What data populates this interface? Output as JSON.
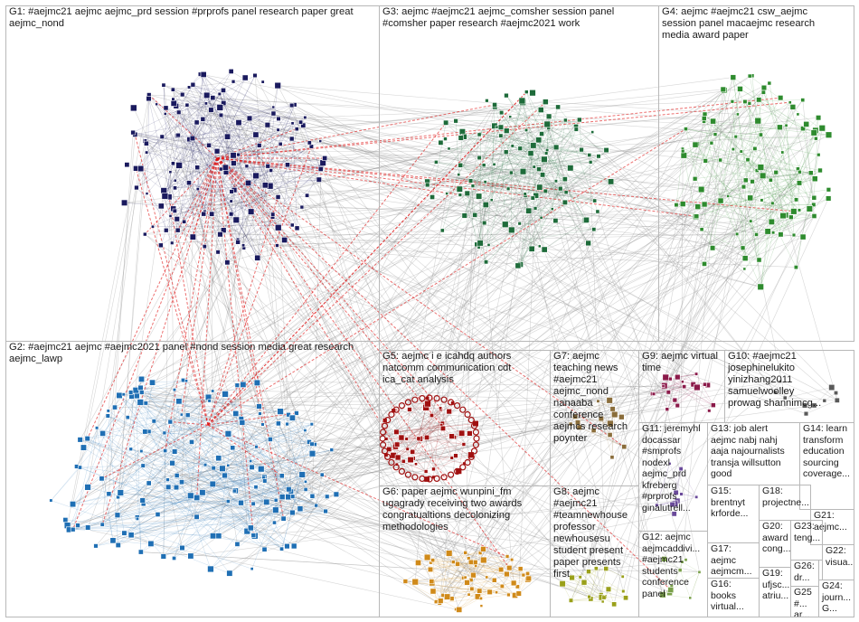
{
  "groups": [
    {
      "id": "G1",
      "label": "G1: #aejmc21 aejmc aejmc_prd session #prprofs panel research paper great\naejmc_nond",
      "color": "#1a1a5e"
    },
    {
      "id": "G3",
      "label": "G3: aejmc #aejmc21 aejmc_comsher session panel\n#comsher paper research #aejmc2021 work",
      "color": "#1e6b3a"
    },
    {
      "id": "G4",
      "label": "G4: aejmc #aejmc21 csw_aejmc\nsession panel macaejmc research\nmedia award paper",
      "color": "#2e8b2e"
    },
    {
      "id": "G2",
      "label": "G2: #aejmc21 aejmc #aejmc2021 panel #nond session media great research\naejmc_lawp",
      "color": "#1f6fb4"
    },
    {
      "id": "G5",
      "label": "G5: aejmc i e icahdq authors\nnatcomm communication cdt\nica_cat analysis",
      "color": "#a01010"
    },
    {
      "id": "G7",
      "label": "G7: aejmc\nteaching news\n#aejmc21\naejmc_nond\nnanaaba\nconference\naejmcs research\npoynter",
      "color": "#8a6d3b"
    },
    {
      "id": "G9",
      "label": "G9: aejmc virtual time",
      "color": "#8b1a4a"
    },
    {
      "id": "G10",
      "label": "G10: #aejmc21\njosephinelukito\nyinizhang2011\nsamuelwoolley\nprowag shannimcg...",
      "color": "#5a5a5a"
    },
    {
      "id": "G6",
      "label": "G6: paper aejmc wunpini_fm\nugagrady receiving two awards\ncongratualtions decolonizing\nmethodologies",
      "color": "#d08a1a"
    },
    {
      "id": "G11",
      "label": "G11: jeremyhl\ndocassar\n#smprofs\nnodexl\naejmc_prd\nkfreberg\n#prprofs\nginalutrell...",
      "color": "#6a4a9a"
    },
    {
      "id": "G13",
      "label": "G13: job alert\naejmc nabj nahj\naaja najournalists\ntransja willsutton\ngood",
      "color": "#4a4a8a"
    },
    {
      "id": "G14",
      "label": "G14: learn\ntransform\neducation\nsourcing\ncoverage...",
      "color": "#3a7a6a"
    },
    {
      "id": "G8",
      "label": "G8: aejmc\n#aejmc21\n#teamnewhouse\nprofessor\nnewhousesu\nstudent present\npaper presents\nfirst",
      "color": "#9aa01a"
    },
    {
      "id": "G15",
      "label": "G15:\nbrentnyt\nkrforde...",
      "color": "#777777"
    },
    {
      "id": "G18",
      "label": "G18:\nprojectne...",
      "color": "#777777"
    },
    {
      "id": "G21",
      "label": "G21:\naejmc...",
      "color": "#777777"
    },
    {
      "id": "G12",
      "label": "G12: aejmc\naejmcaddivi...\n#aejmc21\nstudents\nconference\npanel",
      "color": "#7aa04a"
    },
    {
      "id": "G17",
      "label": "G17:\naejmc\naejmcm...",
      "color": "#777777"
    },
    {
      "id": "G20",
      "label": "G20:\naward\ncong...",
      "color": "#777777"
    },
    {
      "id": "G23",
      "label": "G23:\nteng...",
      "color": "#777777"
    },
    {
      "id": "G22",
      "label": "G22:\nvisua...",
      "color": "#777777"
    },
    {
      "id": "G26",
      "label": "G26:\ndr...",
      "color": "#777777"
    },
    {
      "id": "G24",
      "label": "G24:\njourn...\nG... G...",
      "color": "#777777"
    },
    {
      "id": "G16",
      "label": "G16:\nbooks\nvirtual...",
      "color": "#777777"
    },
    {
      "id": "G19",
      "label": "G19:\nufjsc...\natriu...",
      "color": "#777777"
    },
    {
      "id": "G25",
      "label": "G25\n#...  ar...",
      "color": "#777777"
    }
  ],
  "colors": {
    "edge_gray": "#8a8a8a",
    "edge_red": "#e01010",
    "panel_border": "#b8b8b8",
    "background": "#ffffff"
  }
}
